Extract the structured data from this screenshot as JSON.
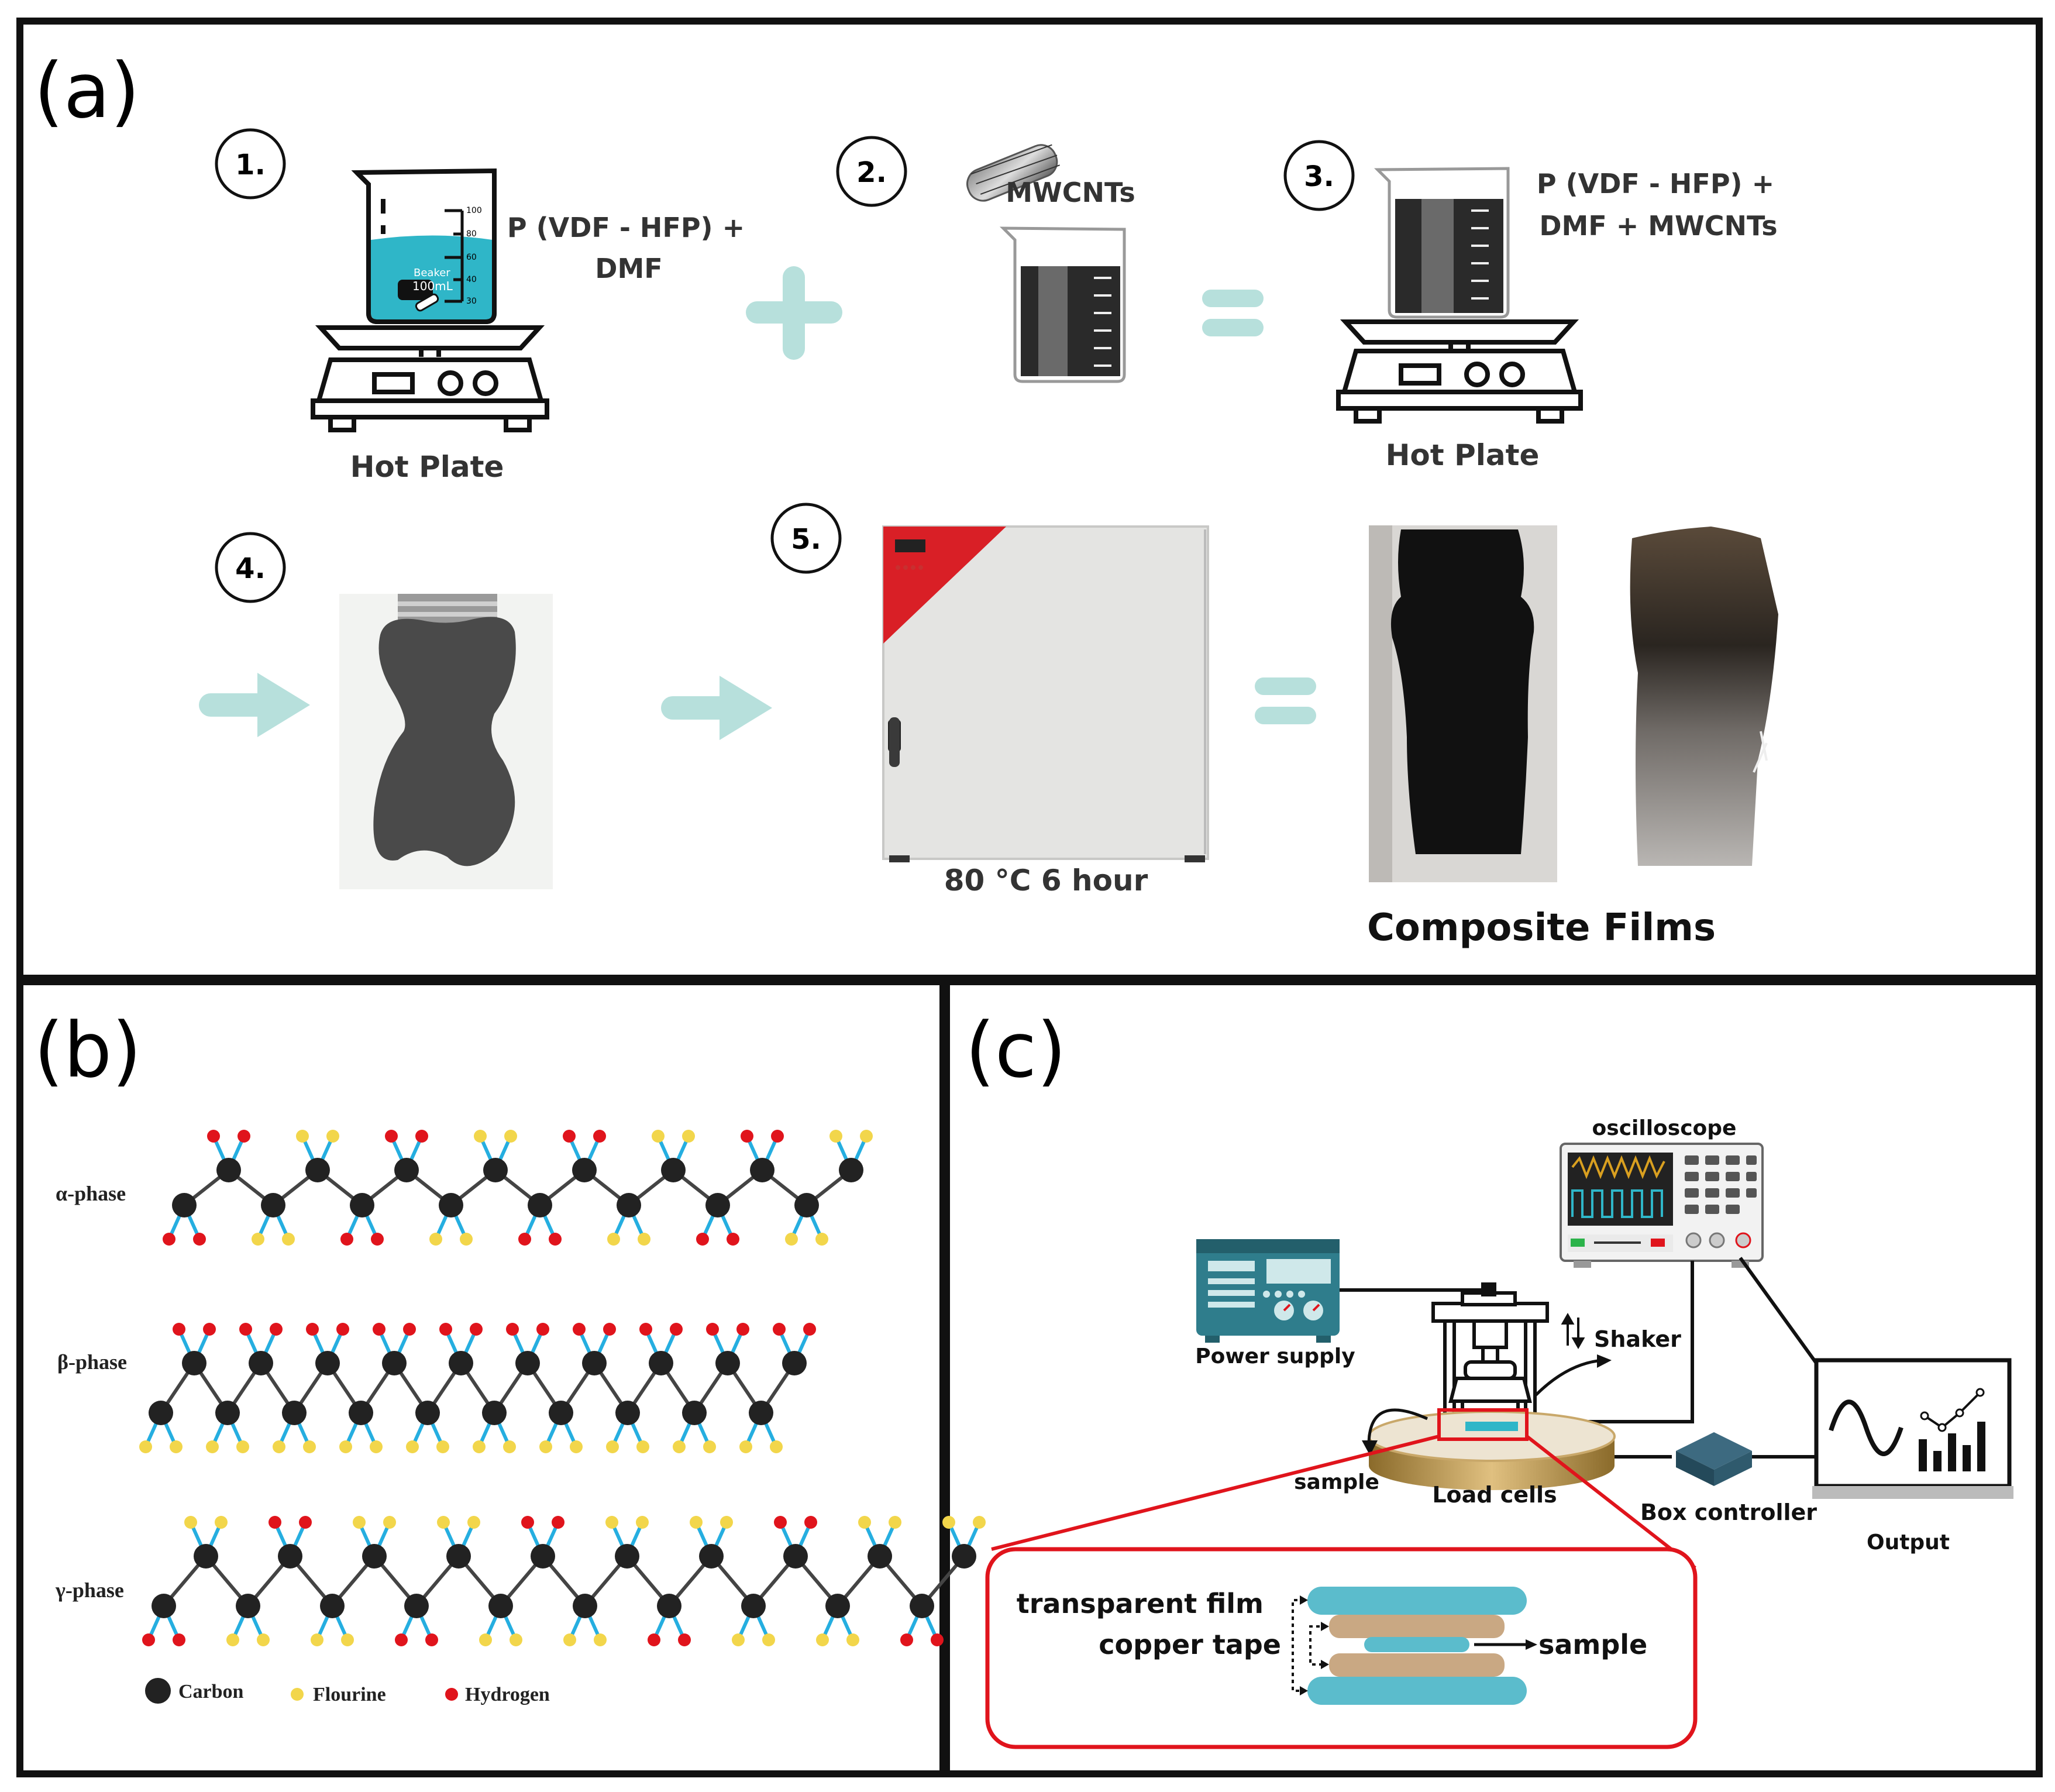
{
  "panels": {
    "a": {
      "label": "(a)",
      "steps": [
        "1.",
        "2.",
        "3.",
        "4.",
        "5."
      ],
      "step1_text_line1": "P (VDF - HFP) +",
      "step1_text_line2": "DMF",
      "beaker1_brand": "Beaker",
      "beaker1_volume": "100mL",
      "beaker1_ticks": [
        "100",
        "80",
        "60",
        "40",
        "30"
      ],
      "hot_plate_label": "Hot Plate",
      "mwcnt_label": "MWCNTs",
      "step3_text_line1": "P (VDF - HFP) +",
      "step3_text_line2": "DMF + MWCNTs",
      "oven_label": "80 °C  6 hour",
      "composite_label": "Composite Films"
    },
    "b": {
      "label": "(b)",
      "alpha": "α-phase",
      "beta": "β-phase",
      "gamma": "γ-phase",
      "legend": [
        "Carbon",
        "Flourine",
        "Hydrogen"
      ]
    },
    "c": {
      "label": "(c)",
      "oscilloscope": "oscilloscope",
      "power_supply": "Power supply",
      "shaker": "Shaker",
      "sample": "sample",
      "load_cells": "Load cells",
      "box_controller": "Box controller",
      "output": "Output",
      "inset_transparent": "transparent film",
      "inset_copper": "copper tape",
      "inset_sample": "sample"
    }
  },
  "colors": {
    "border": "#111111",
    "teal": "#2fb6c8",
    "pale_teal": "#b7e0dc",
    "carbon": "#222222",
    "fluorine": "#f2d64b",
    "hydrogen": "#e0141c",
    "bond_blue": "#25aee0",
    "copper": "#c9a883",
    "red_inset": "#e0141c",
    "oven_red": "#d91f26"
  }
}
